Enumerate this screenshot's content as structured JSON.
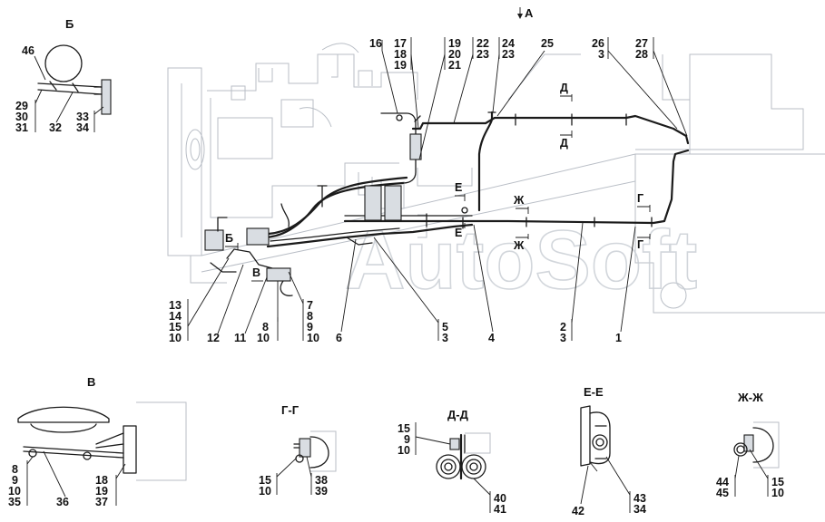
{
  "watermark": "AutoSoft",
  "view_arrow": "А",
  "sections": {
    "b": "Б",
    "v": "В",
    "g_g": "Г-Г",
    "d_d": "Д-Д",
    "e_e": "Е-Е",
    "zh_zh": "Ж-Ж"
  },
  "cut_marks": [
    "Б",
    "В",
    "Д",
    "Д",
    "Е",
    "Е",
    "Ж",
    "Ж",
    "Г",
    "Г"
  ],
  "callouts_main": [
    [
      "16"
    ],
    [
      "17",
      "18",
      "19"
    ],
    [
      "19",
      "20",
      "21"
    ],
    [
      "22",
      "23"
    ],
    [
      "24",
      "23"
    ],
    [
      "25"
    ],
    [
      "26",
      "3"
    ],
    [
      "27",
      "28"
    ],
    [
      "13",
      "14",
      "15",
      "10"
    ],
    [
      "12"
    ],
    [
      "11"
    ],
    [
      "8",
      "10"
    ],
    [
      "7",
      "8",
      "9",
      "10"
    ],
    [
      "6"
    ],
    [
      "5",
      "3"
    ],
    [
      "4"
    ],
    [
      "2",
      "3"
    ],
    [
      "1"
    ]
  ],
  "callouts_b": [
    [
      "46"
    ],
    [
      "29",
      "30",
      "31"
    ],
    [
      "32"
    ],
    [
      "33",
      "34"
    ]
  ],
  "callouts_v": [
    [
      "8",
      "9",
      "10",
      "35"
    ],
    [
      "36"
    ],
    [
      "18",
      "19",
      "37"
    ]
  ],
  "callouts_g": [
    [
      "15",
      "10"
    ],
    [
      "38",
      "39"
    ]
  ],
  "callouts_d": [
    [
      "15",
      "9",
      "10"
    ],
    [
      "40",
      "41"
    ]
  ],
  "callouts_e": [
    [
      "42"
    ],
    [
      "43",
      "34"
    ]
  ],
  "callouts_zh": [
    [
      "44",
      "45"
    ],
    [
      "15",
      "10"
    ]
  ]
}
